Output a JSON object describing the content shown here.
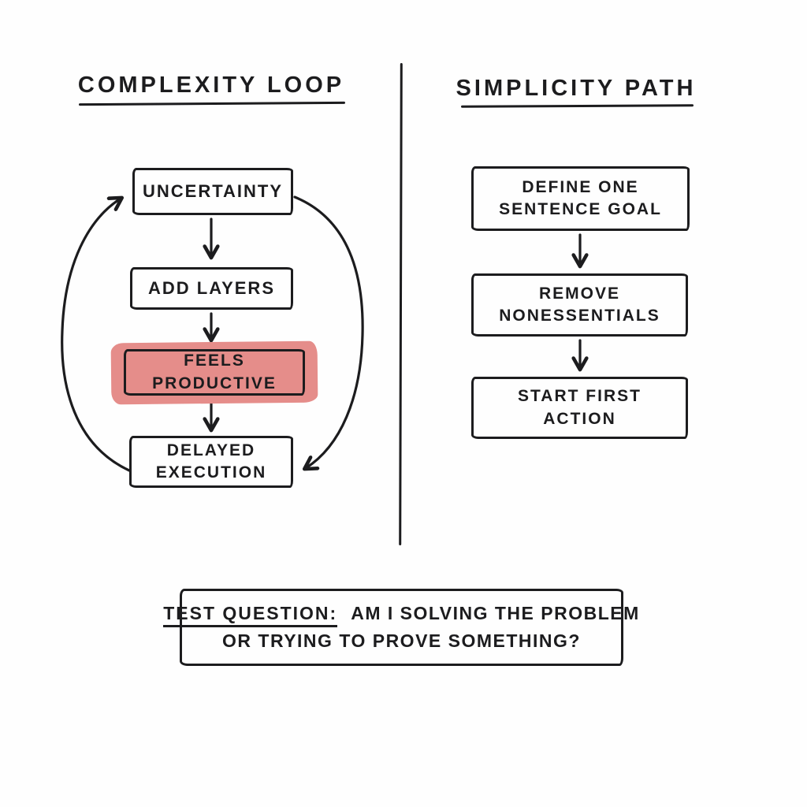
{
  "colors": {
    "ink": "#1c1c1e",
    "background": "#fefefe",
    "highlight": "#e58d8a"
  },
  "left_panel": {
    "title": "COMPLEXITY LOOP",
    "nodes": [
      {
        "id": "uncertainty",
        "label": "UNCERTAINTY",
        "highlighted": false
      },
      {
        "id": "add-layers",
        "label": "ADD LAYERS",
        "highlighted": false
      },
      {
        "id": "feels-productive",
        "label": "FEELS PRODUCTIVE",
        "highlighted": true
      },
      {
        "id": "delayed-execution",
        "label": "DELAYED\nEXECUTION",
        "highlighted": false
      }
    ],
    "edges": [
      {
        "from": "uncertainty",
        "to": "add-layers",
        "style": "straight-down"
      },
      {
        "from": "add-layers",
        "to": "feels-productive",
        "style": "straight-down"
      },
      {
        "from": "feels-productive",
        "to": "delayed-execution",
        "style": "straight-down"
      },
      {
        "from": "delayed-execution",
        "to": "uncertainty",
        "style": "curved-loop-left"
      },
      {
        "from": "uncertainty",
        "to": "delayed-execution",
        "style": "curved-loop-right"
      }
    ]
  },
  "right_panel": {
    "title": "SIMPLICITY PATH",
    "nodes": [
      {
        "id": "define-goal",
        "label": "DEFINE ONE\nSENTENCE GOAL",
        "highlighted": false
      },
      {
        "id": "remove-nonessentials",
        "label": "REMOVE\nNONESSENTIALS",
        "highlighted": false
      },
      {
        "id": "start-action",
        "label": "START FIRST\nACTION",
        "highlighted": false
      }
    ],
    "edges": [
      {
        "from": "define-goal",
        "to": "remove-nonessentials",
        "style": "straight-down"
      },
      {
        "from": "remove-nonessentials",
        "to": "start-action",
        "style": "straight-down"
      }
    ]
  },
  "test_question": {
    "label": "TEST QUESTION:",
    "line1": "AM I SOLVING THE PROBLEM",
    "line2": "OR TRYING TO PROVE SOMETHING?"
  }
}
